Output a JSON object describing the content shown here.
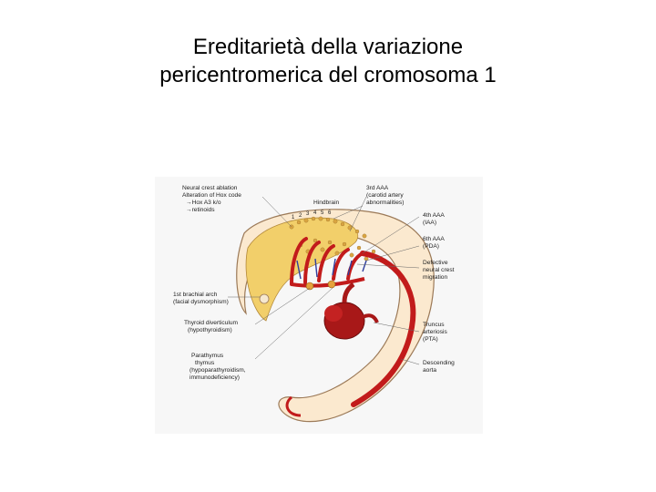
{
  "title": {
    "line1": "Ereditarietà della variazione",
    "line2": "pericentromerica del cromosoma 1"
  },
  "figure": {
    "labels_left": [
      "Neural crest ablation",
      "Alteration of Hox code",
      "→Hox A3 k/o",
      "→retinoids",
      "1st brachial arch",
      "(facial dysmorphism)",
      "Thyroid diverticulum",
      "(hypothyroidism)",
      "Parathymus",
      "thymus",
      "(hypoparathyroidism,",
      "immunodeficiency)"
    ],
    "labels_right": [
      "3rd AAA",
      "(carotid artery",
      "abnormalities)",
      "4th AAA",
      "(IAA)",
      "6th AAA",
      "(PDA)",
      "Defective",
      "neural crest",
      "migration",
      "Truncus",
      "arteriosis",
      "(PTA)",
      "Descending",
      "aorta"
    ],
    "hindbrain": "Hindbrain",
    "arch_numbers": [
      "1",
      "2",
      "3",
      "4",
      "5",
      "6"
    ]
  }
}
